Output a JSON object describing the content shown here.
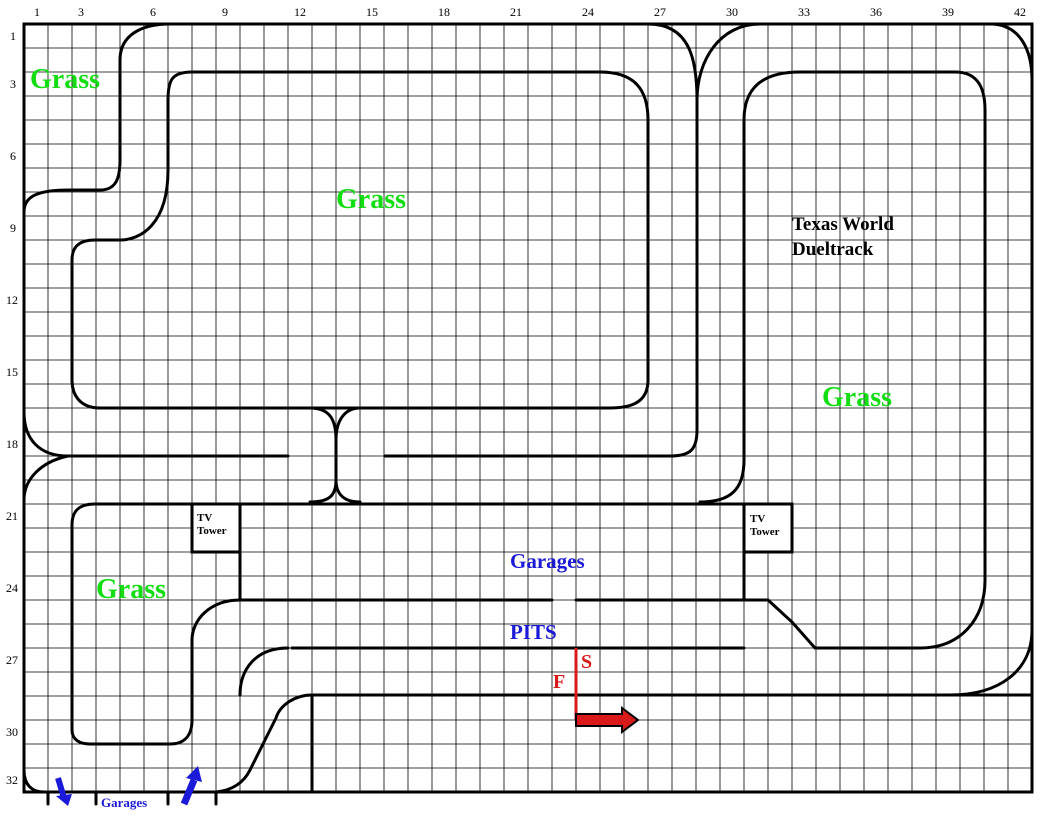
{
  "board": {
    "columns": 42,
    "rows": 32,
    "column_labels": [
      "1",
      "3",
      "6",
      "9",
      "12",
      "15",
      "18",
      "21",
      "24",
      "27",
      "30",
      "33",
      "36",
      "39",
      "42"
    ],
    "row_labels": [
      "1",
      "3",
      "6",
      "9",
      "12",
      "15",
      "18",
      "21",
      "24",
      "27",
      "30",
      "32"
    ]
  },
  "labels": {
    "grass_top_left": "Grass",
    "grass_center": "Grass",
    "grass_right": "Grass",
    "grass_bottom_left": "Grass",
    "track_name_line1": "Texas World",
    "track_name_line2": "Dueltrack",
    "tv_tower_left_line1": "TV",
    "tv_tower_left_line2": "Tower",
    "tv_tower_right_line1": "TV",
    "tv_tower_right_line2": "Tower",
    "garages_center": "Garages",
    "pits": "PITS",
    "start_marker": "S",
    "finish_marker": "F",
    "garages_bottom": "Garages"
  },
  "colors": {
    "grass_text": "#11dd11",
    "pit_text": "#1a1ad8",
    "start_finish": "#d81a1a",
    "track_lines": "#000000",
    "grid_lines": "#000000"
  },
  "icons": {
    "race_direction": "right-arrow-icon",
    "garage_exit": "down-arrow-icon",
    "garage_entry": "up-arrow-icon"
  }
}
